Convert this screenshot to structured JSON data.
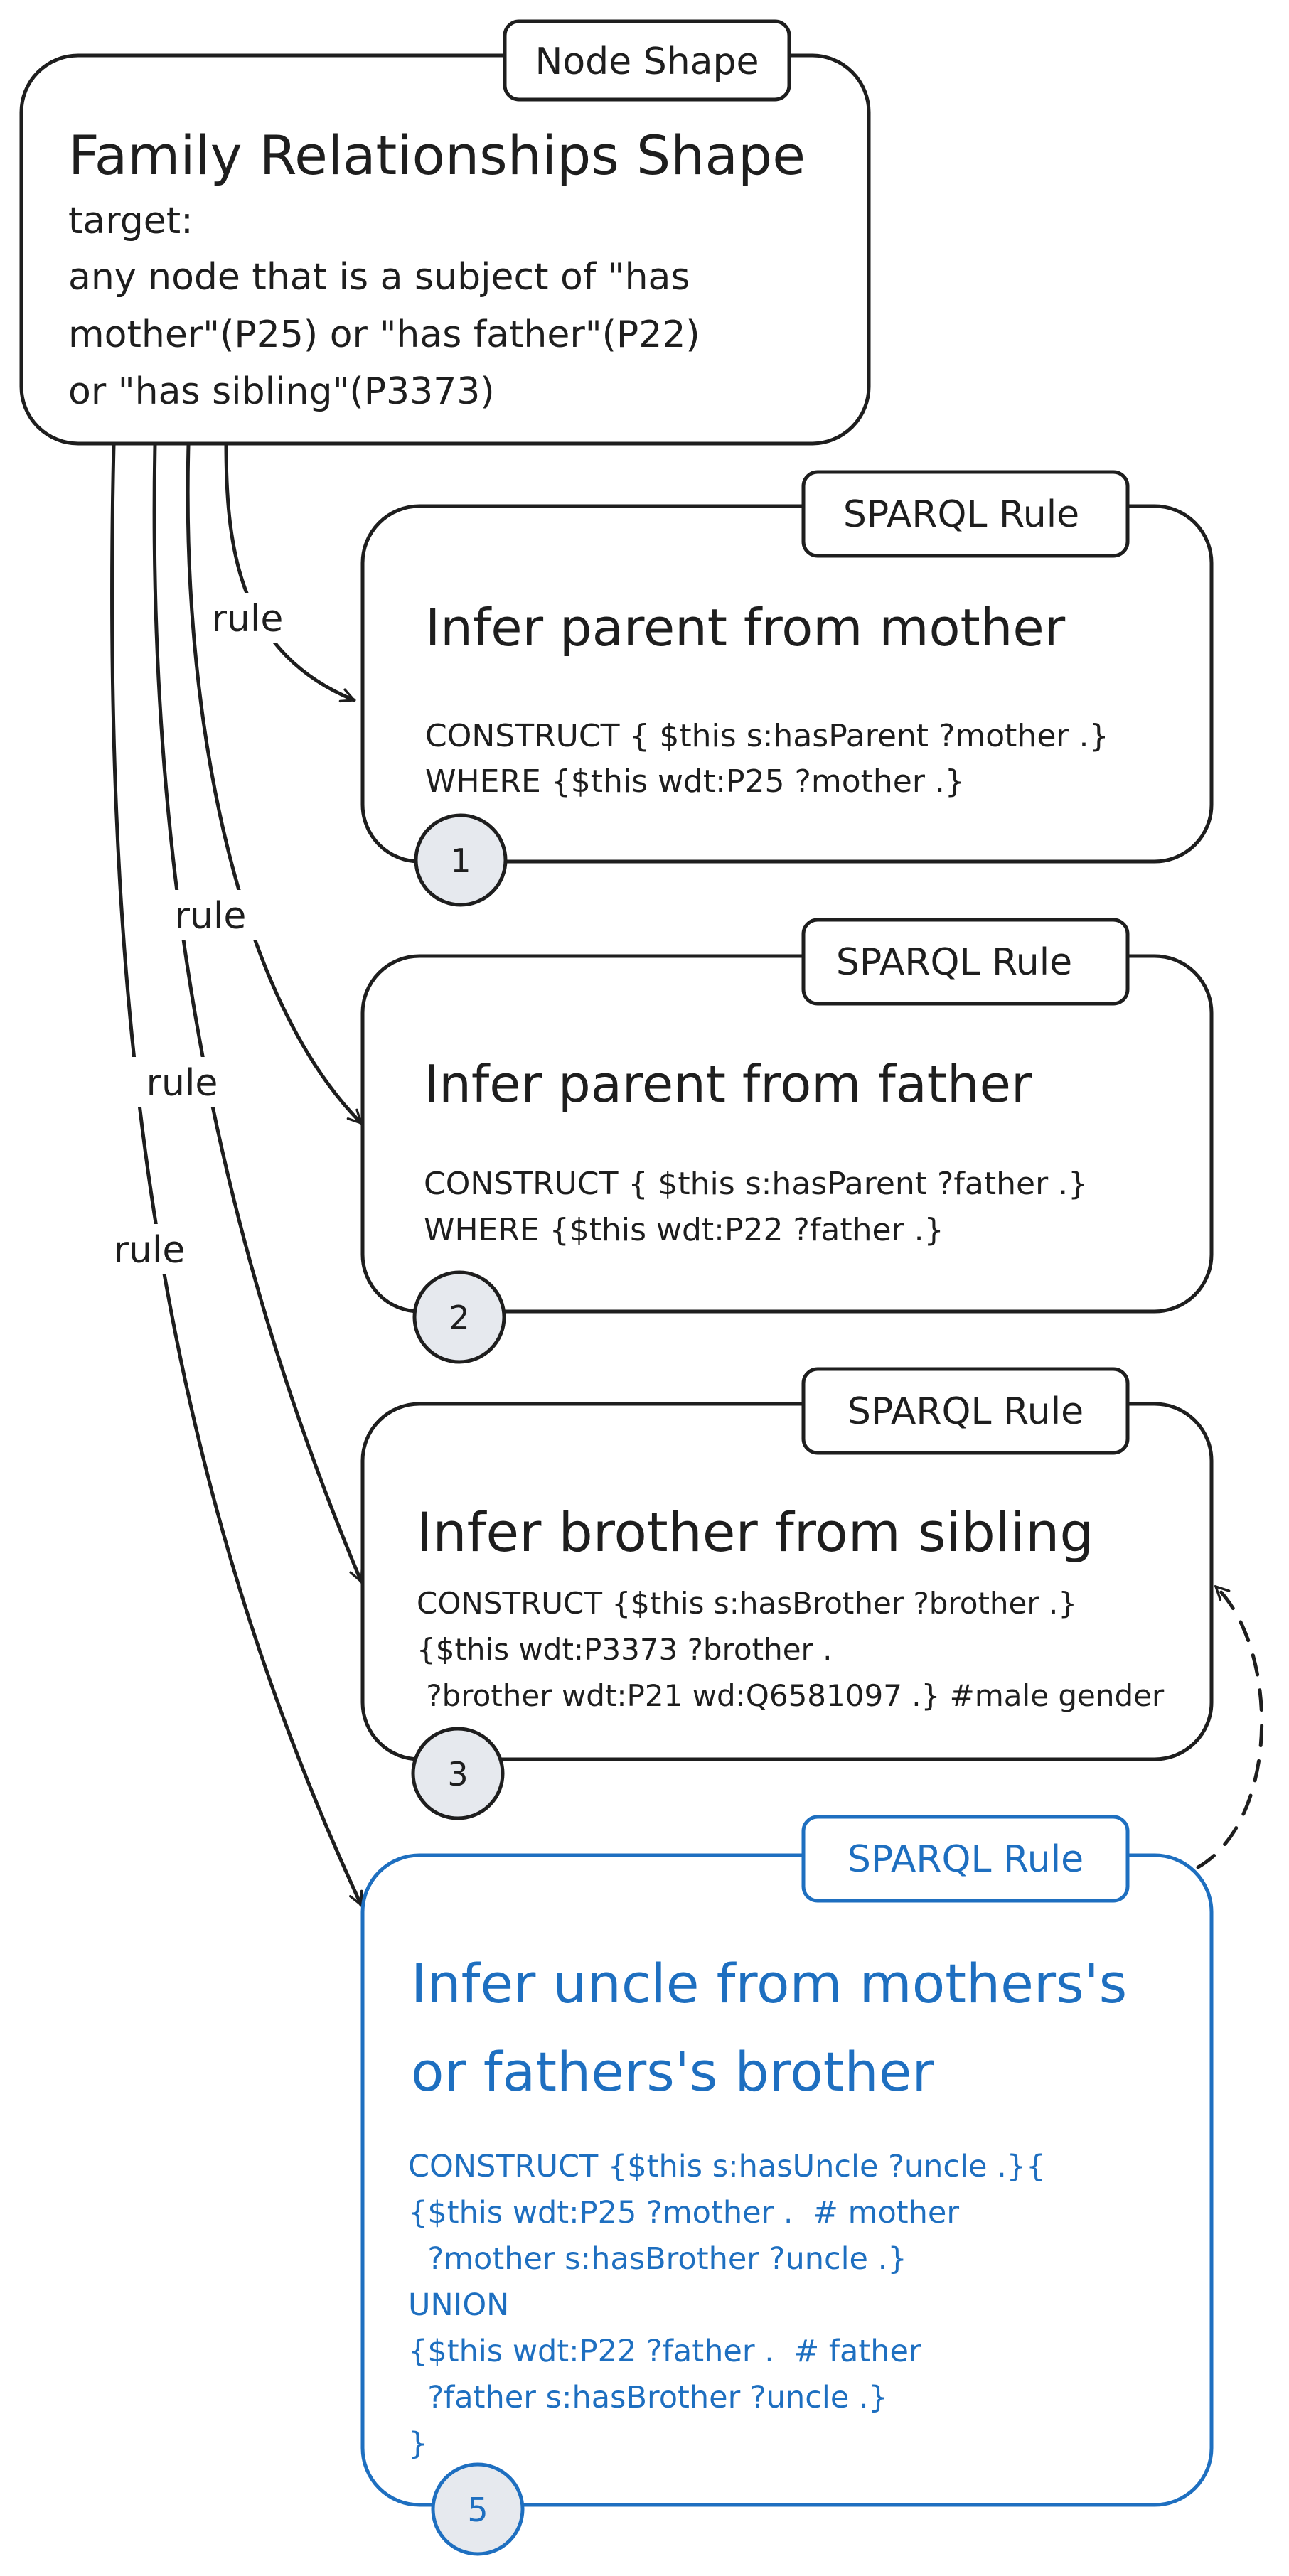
{
  "colors": {
    "ink": "#1e1e1e",
    "accent": "#1e6fc0",
    "badge_fill": "#e6e9ee",
    "background": "#ffffff"
  },
  "node_shape": {
    "tag": "Node Shape",
    "title": "Family Relationships Shape",
    "lines": [
      "target:",
      "any node that is a subject of \"has",
      "mother\"(P25) or \"has father\"(P22)",
      "or \"has sibling\"(P3373)"
    ]
  },
  "edge_label": "rule",
  "rules": [
    {
      "tag": "SPARQL Rule",
      "title": [
        "Infer parent from mother"
      ],
      "code": [
        "CONSTRUCT { $this s:hasParent ?mother .}",
        "WHERE {$this wdt:P25 ?mother .}"
      ],
      "badge": "1"
    },
    {
      "tag": "SPARQL Rule",
      "title": [
        "Infer parent from father"
      ],
      "code": [
        "CONSTRUCT { $this s:hasParent ?father .}",
        "WHERE {$this wdt:P22 ?father .}"
      ],
      "badge": "2"
    },
    {
      "tag": "SPARQL Rule",
      "title": [
        "Infer brother from sibling"
      ],
      "code": [
        "CONSTRUCT {$this s:hasBrother ?brother .}",
        "{$this wdt:P3373 ?brother .",
        " ?brother wdt:P21 wd:Q6581097 .} #male gender"
      ],
      "badge": "3"
    },
    {
      "tag": "SPARQL Rule",
      "title": [
        "Infer uncle from mothers's",
        "or fathers's brother"
      ],
      "code": [
        "CONSTRUCT {$this s:hasUncle ?uncle .}{",
        "{$this wdt:P25 ?mother .  # mother",
        "  ?mother s:hasBrother ?uncle .}",
        "UNION",
        "{$this wdt:P22 ?father .  # father",
        "  ?father s:hasBrother ?uncle .}",
        "}"
      ],
      "badge": "5",
      "highlighted": true
    }
  ]
}
